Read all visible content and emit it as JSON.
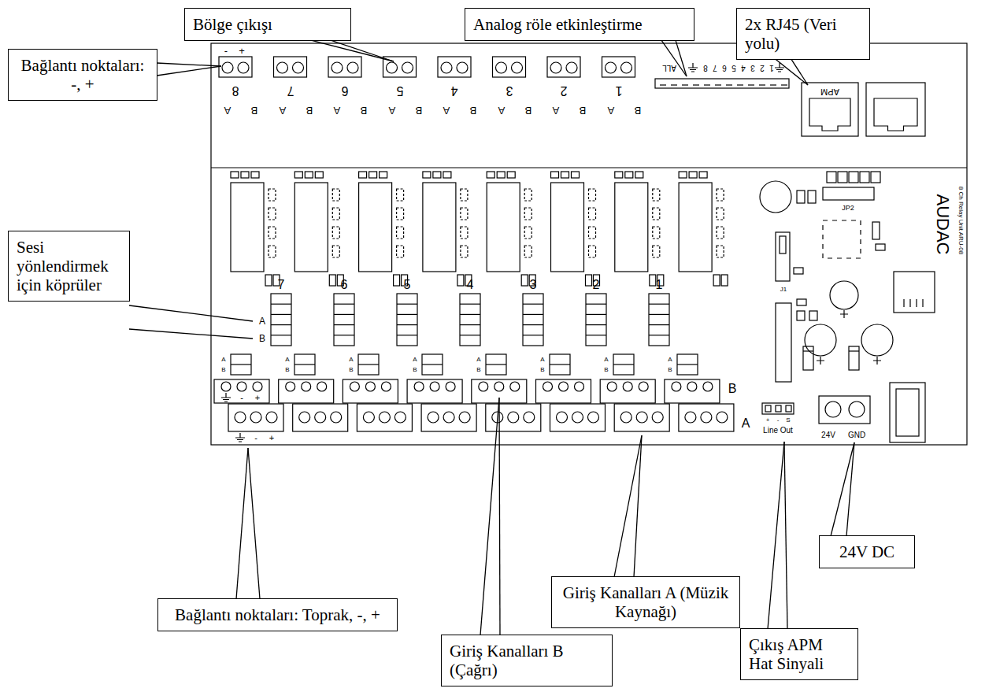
{
  "diagram": {
    "nodes": [
      {
        "text": [
          "Bölge çıkışı"
        ]
      },
      {
        "text": [
          "Analog röle etkinleştirme"
        ]
      },
      {
        "text": [
          "2x RJ45 (Veri yolu)"
        ]
      },
      {
        "text": [
          "Bağlantı noktaları: -, +"
        ]
      },
      {
        "text": [
          "Sesi yönlendirmek için köprüler"
        ]
      },
      {
        "text": [
          "Bağlantı noktaları: Toprak, -, +"
        ]
      },
      {
        "text": [
          "Giriş Kanalları A (Müzik Kaynağı)"
        ]
      },
      {
        "text": [
          "24V DC"
        ]
      },
      {
        "text": [
          "Giriş Kanalları B (Çağrı)"
        ]
      },
      {
        "text": [
          "Çıkış APM Hat Sinyali"
        ]
      }
    ],
    "labels": [
      "-",
      "+",
      "8",
      "7",
      "6",
      "5",
      "4",
      "3",
      "2",
      "1",
      "A",
      "B",
      "A",
      "B",
      "A",
      "B",
      "A",
      "B",
      "A",
      "B",
      "A",
      "B",
      "A",
      "B",
      "A",
      "B",
      "ALL",
      "8",
      "7",
      "6",
      "5",
      "4",
      "3",
      "2",
      "1",
      "APM",
      "7",
      "6",
      "5",
      "4",
      "3",
      "2",
      "1",
      "A",
      "B",
      "A",
      "B",
      "A",
      "B",
      "A",
      "B",
      "A",
      "B",
      "A",
      "B",
      "A",
      "B",
      "A",
      "B",
      "A",
      "B",
      "JP2",
      "J1",
      "AUDAC",
      "8 Ch Relay Unit ARU-08",
      "B",
      "A",
      "-",
      "+",
      "-",
      "+",
      "+",
      "-",
      "S",
      "Line Out",
      "24V",
      "GND"
    ]
  }
}
